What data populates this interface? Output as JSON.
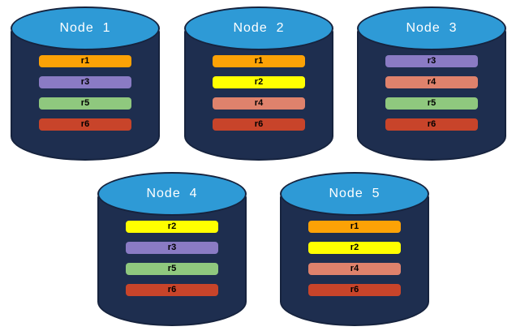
{
  "colors": {
    "background": "#FFFFFF",
    "cylinder_body": "#1E2E4F",
    "cylinder_outline": "#16233E",
    "cylinder_top": "#2E9AD6",
    "node_label_text": "#FFFFFF",
    "bar_label_text": "#000000",
    "replicas": {
      "r1": "#FCA206",
      "r2": "#FFFF00",
      "r3": "#8A7BC4",
      "r4": "#DF826C",
      "r5": "#8FC87E",
      "r6": "#C8442A"
    }
  },
  "nodes": [
    {
      "id": "node-1",
      "label": "Node  1",
      "replicas": [
        "r1",
        "r3",
        "r5",
        "r6"
      ]
    },
    {
      "id": "node-2",
      "label": "Node  2",
      "replicas": [
        "r1",
        "r2",
        "r4",
        "r6"
      ]
    },
    {
      "id": "node-3",
      "label": "Node  3",
      "replicas": [
        "r3",
        "r4",
        "r5",
        "r6"
      ]
    },
    {
      "id": "node-4",
      "label": "Node  4",
      "replicas": [
        "r2",
        "r3",
        "r5",
        "r6"
      ]
    },
    {
      "id": "node-5",
      "label": "Node  5",
      "replicas": [
        "r1",
        "r2",
        "r4",
        "r6"
      ]
    }
  ]
}
